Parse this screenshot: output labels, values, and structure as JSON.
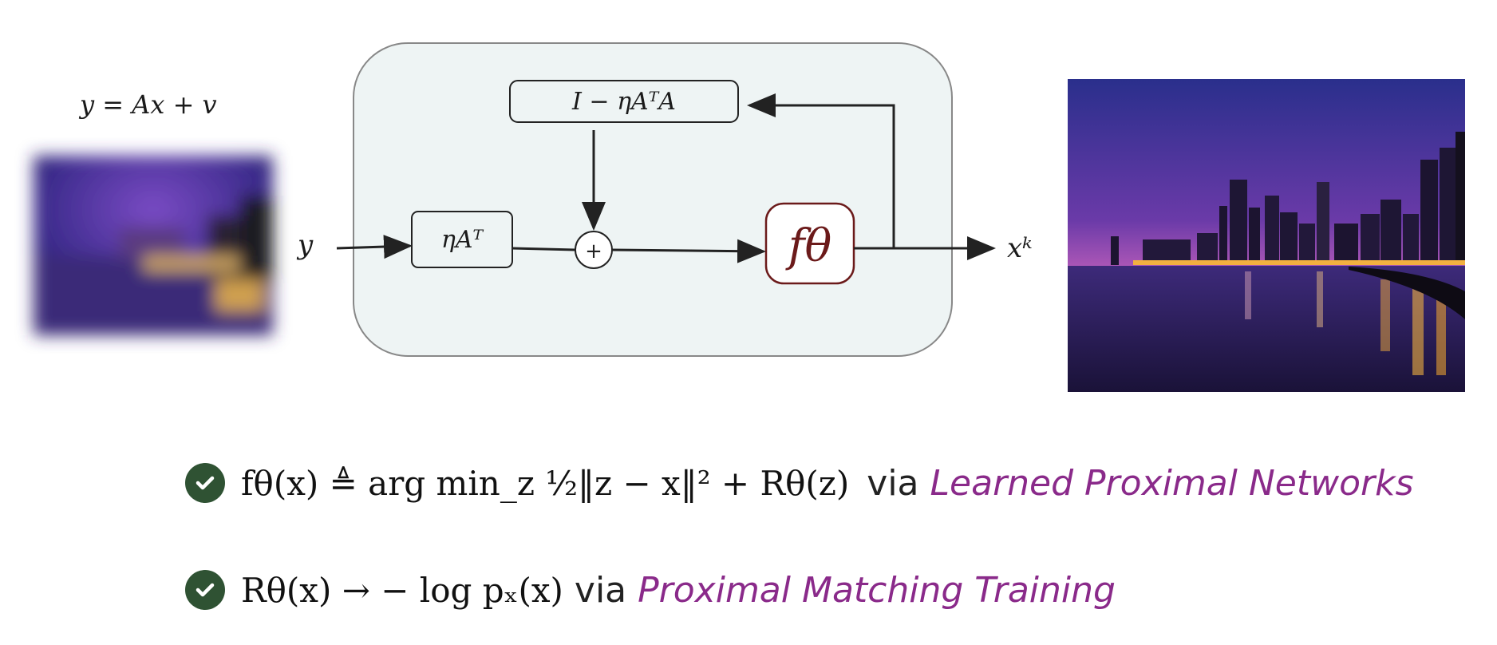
{
  "diagram": {
    "observation_model": "y = Ax + v",
    "input_label": "y",
    "op_top": "I − ηAᵀA",
    "op_left": "ηAᵀ",
    "sum_symbol": "+",
    "network_label": "fθ",
    "output_label": "xᵏ"
  },
  "colors": {
    "block_fill": "#eef4f4",
    "network_border": "#6b1a1a",
    "network_text": "#6b1a1a",
    "check": "#2f5233",
    "method_text": "#8a2a8a"
  },
  "bullets": [
    {
      "formula": "fθ(x) ≜ arg min_z ½‖z − x‖² + Rθ(z)",
      "via": "via",
      "method": "Learned Proximal Networks"
    },
    {
      "formula": "Rθ(x) → − log pₓ(x)",
      "via": "via",
      "method": "Proximal Matching Training"
    }
  ],
  "icons": [
    "check-circle-icon",
    "check-circle-icon"
  ]
}
